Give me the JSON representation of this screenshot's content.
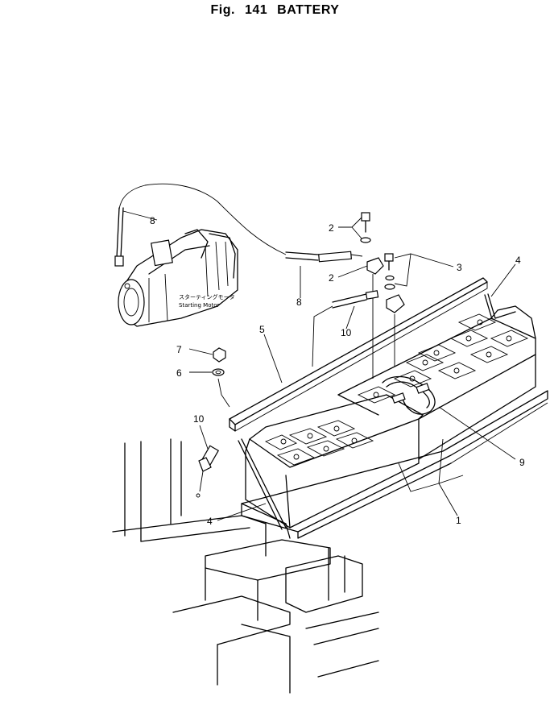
{
  "figure": {
    "prefix": "Fig.",
    "number": "141",
    "title": "BATTERY"
  },
  "starter_label": {
    "jp": "スターティングモータ",
    "en": "Starting Motor"
  },
  "callouts": [
    {
      "id": "c1",
      "text": "1"
    },
    {
      "id": "c2a",
      "text": "2"
    },
    {
      "id": "c2b",
      "text": "2"
    },
    {
      "id": "c3",
      "text": "3"
    },
    {
      "id": "c4a",
      "text": "4"
    },
    {
      "id": "c4b",
      "text": "4"
    },
    {
      "id": "c5",
      "text": "5"
    },
    {
      "id": "c6",
      "text": "6"
    },
    {
      "id": "c7",
      "text": "7"
    },
    {
      "id": "c8a",
      "text": "8"
    },
    {
      "id": "c8b",
      "text": "8"
    },
    {
      "id": "c9",
      "text": "9"
    },
    {
      "id": "c10a",
      "text": "10"
    },
    {
      "id": "c10b",
      "text": "10"
    }
  ]
}
